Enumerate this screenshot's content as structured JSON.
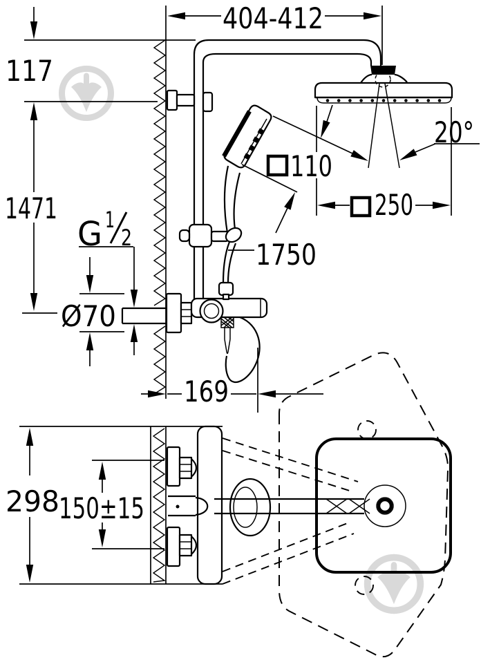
{
  "drawing": {
    "type": "technical-dimension-drawing",
    "subject": "wall-mounted shower system with head shower, hand shower and thermostat, side view and top view",
    "colors": {
      "line": "#000000",
      "background": "#ffffff",
      "watermark": "#d9d9d9"
    },
    "dimensions": {
      "top_width": "404-412",
      "wall_offset": "117",
      "total_height": "1471",
      "thread_letter": "G",
      "thread_sup": "1",
      "thread_sub": "2",
      "supply_diameter": "Ø70",
      "hand_shower_size": "110",
      "head_shower_size": "250",
      "spray_angle": "20°",
      "hose_length": "1750",
      "wall_clearance": "169",
      "body_height": "298",
      "inlet_spacing": "150±15"
    }
  }
}
